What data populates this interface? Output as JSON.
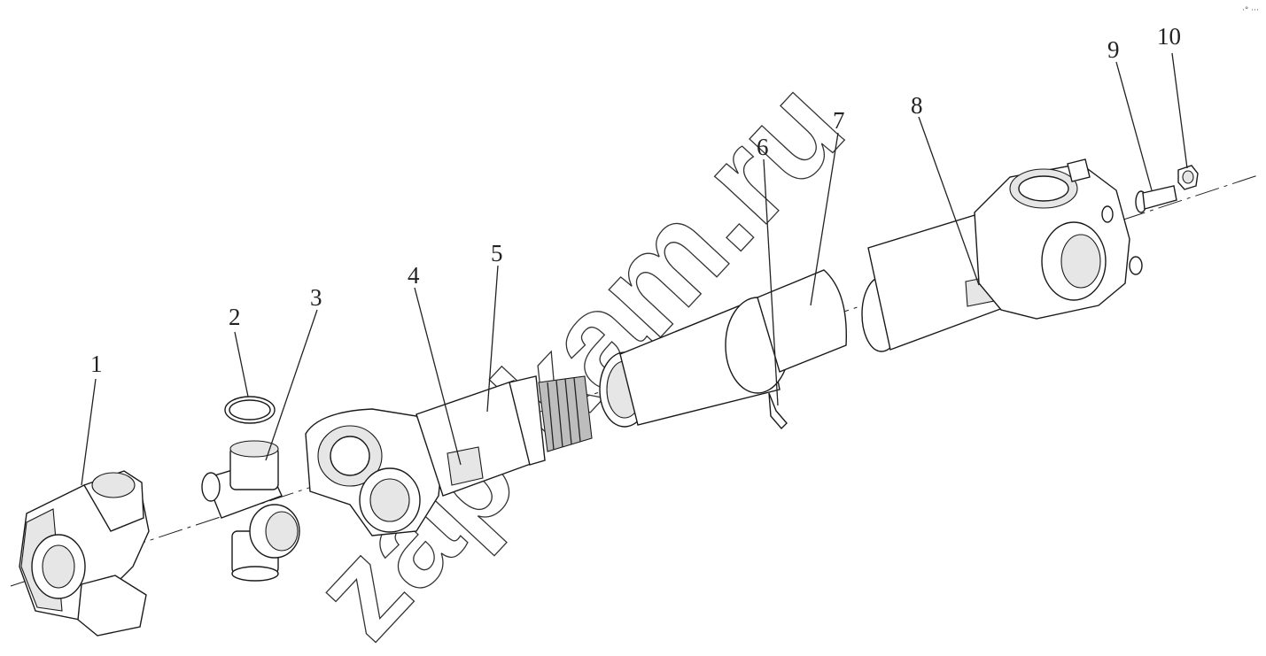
{
  "watermark": "zap-kam.ru",
  "corner_mark": "·° ···",
  "callouts": [
    {
      "number": "1"
    },
    {
      "number": "2"
    },
    {
      "number": "3"
    },
    {
      "number": "4"
    },
    {
      "number": "5"
    },
    {
      "number": "6"
    },
    {
      "number": "7"
    },
    {
      "number": "8"
    },
    {
      "number": "9"
    },
    {
      "number": "10"
    }
  ]
}
